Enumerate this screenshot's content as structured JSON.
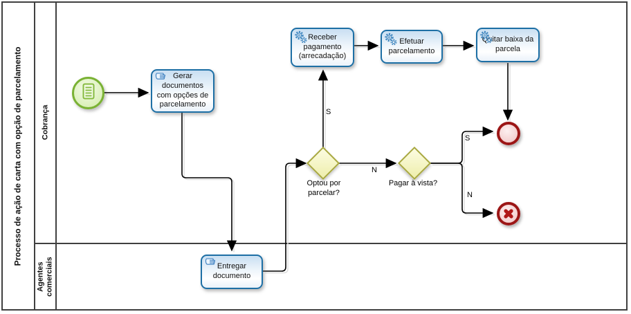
{
  "pool": {
    "title": "Processo de ação de carta com opção de parcelamento",
    "lanes": [
      {
        "label": "Cobrança"
      },
      {
        "label": "Agentes comerciais"
      }
    ]
  },
  "nodes": {
    "start_event": {
      "icon": "document-icon"
    },
    "task_gerar": {
      "label": "Gerar documentos com opções de parcelamento",
      "icon": "manual-task-hand-icon"
    },
    "task_receber": {
      "label": "Receber pagamento (arrecadação)",
      "icon": "service-task-gear-icon"
    },
    "task_efetuar": {
      "label": "Efetuar parcelamento",
      "icon": "service-task-gear-icon"
    },
    "task_quitar": {
      "label": "Quitar baixa da parcela",
      "icon": "service-task-gear-icon"
    },
    "task_entregar": {
      "label": "Entregar documento",
      "icon": "manual-task-hand-icon"
    },
    "gateway_optou": {
      "label": "Optou por parcelar?"
    },
    "gateway_pagar": {
      "label": "Pagar à vista?"
    },
    "end_event_ok": {
      "icon": "none"
    },
    "end_event_cancel": {
      "icon": "cancel-x-icon"
    }
  },
  "edge_labels": {
    "optou_sim": "S",
    "optou_nao": "N",
    "pagar_sim": "S",
    "pagar_nao": "N"
  },
  "colors": {
    "task_border": "#1d6fa5",
    "gateway_border": "#a8a83e",
    "start_border": "#7ab234",
    "end_border": "#9c1616",
    "flow": "#000000"
  }
}
